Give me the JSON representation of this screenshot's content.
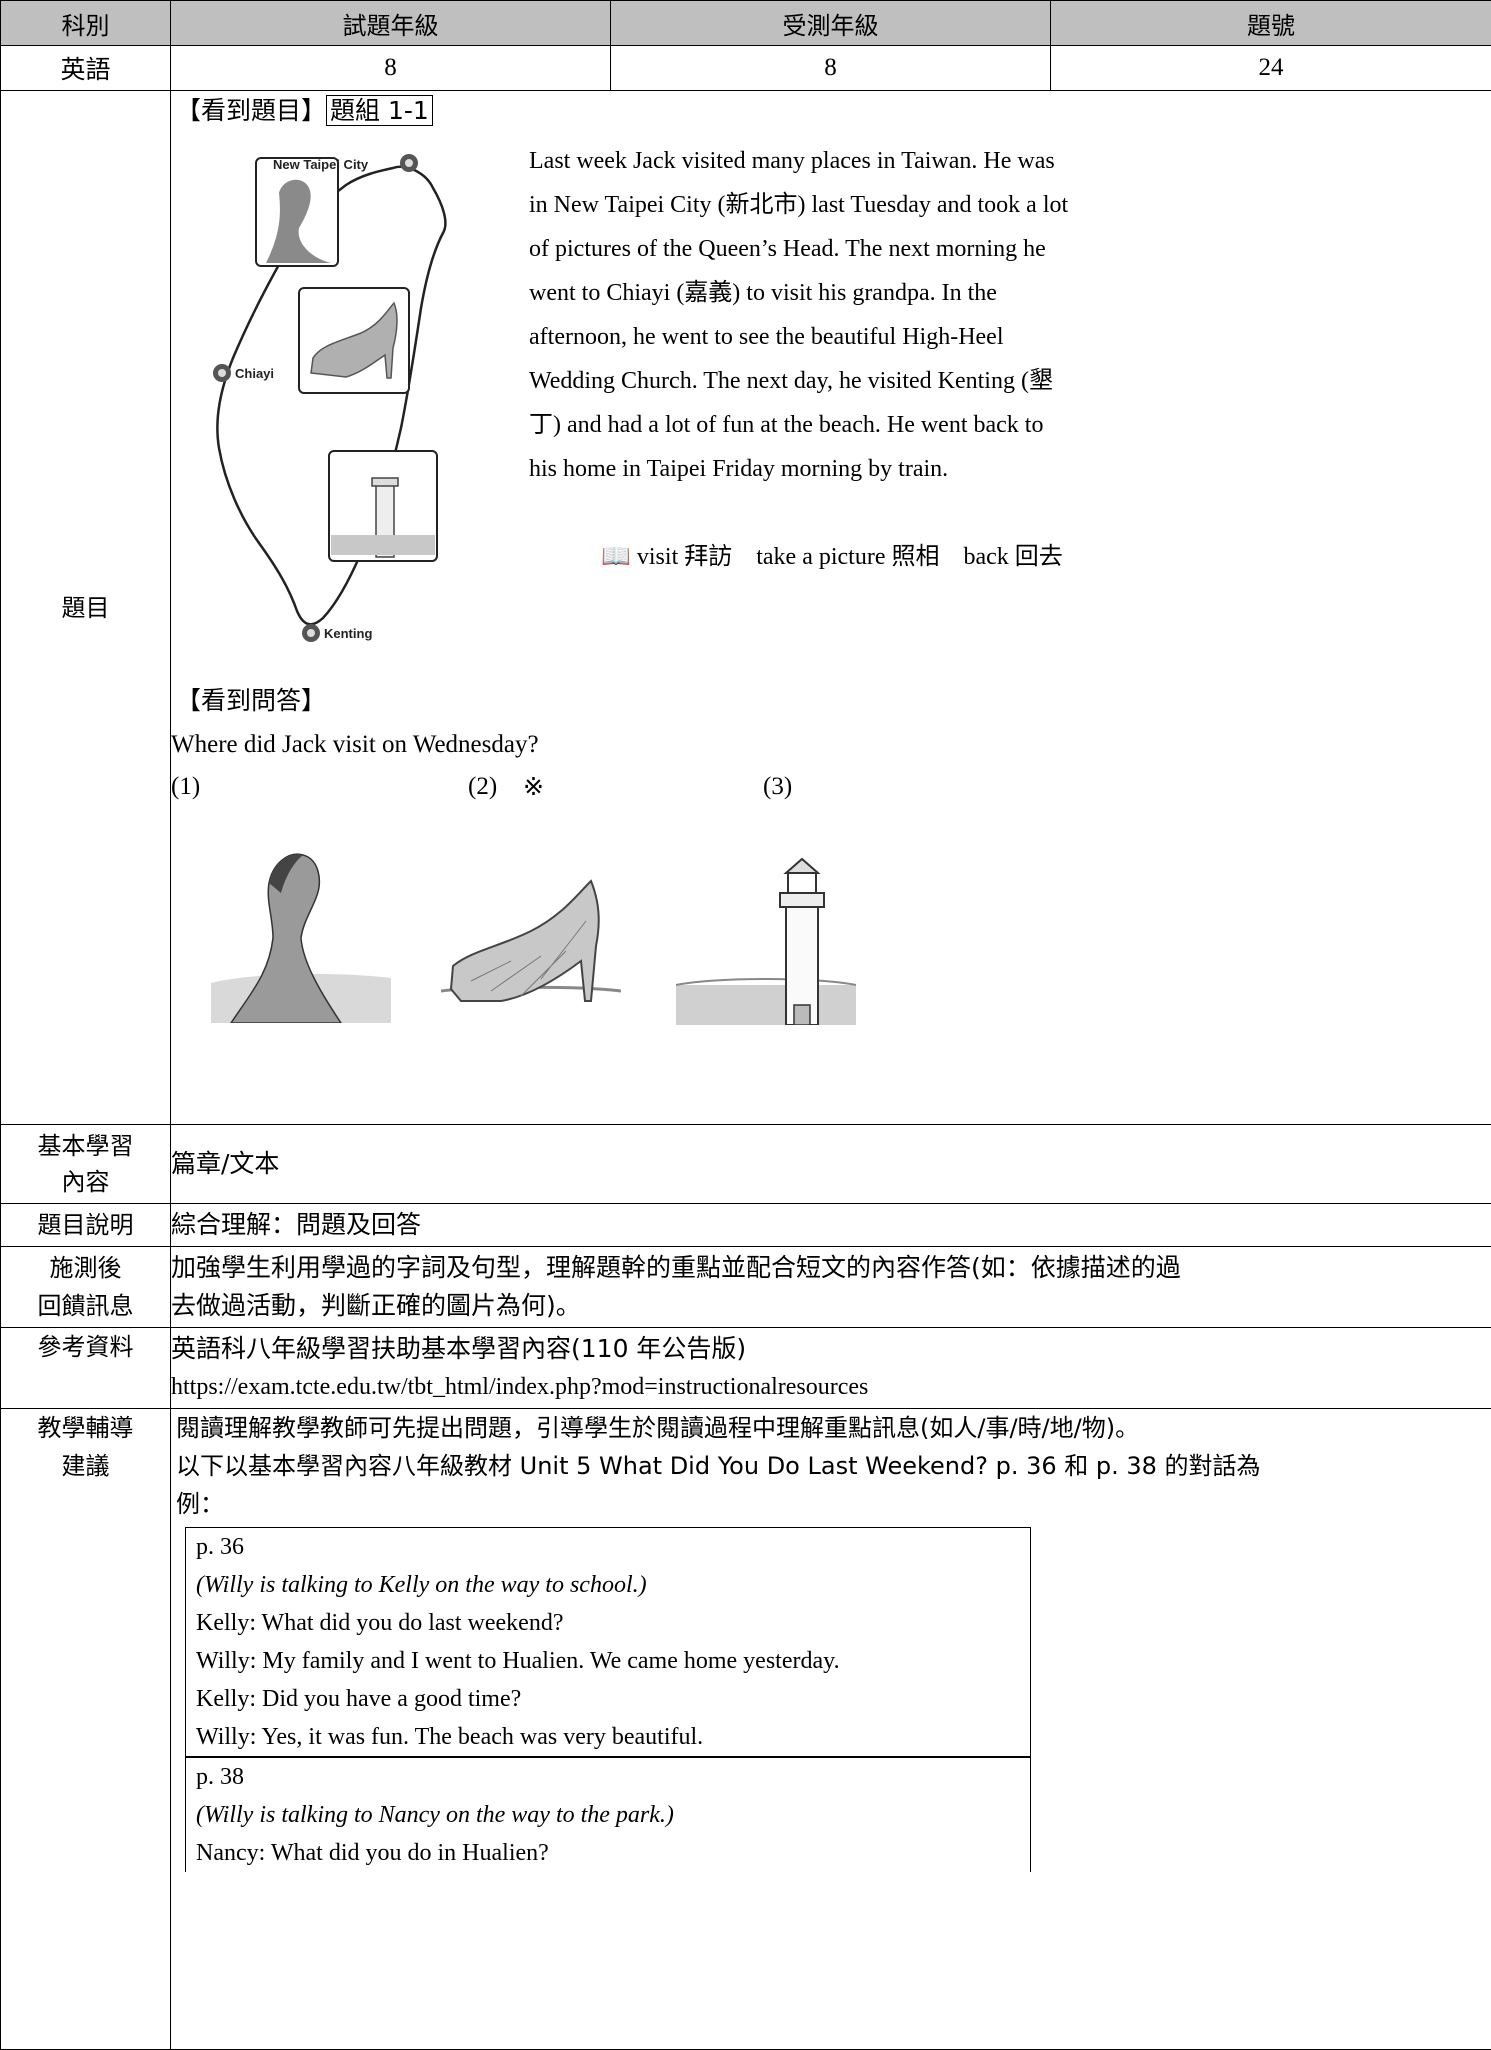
{
  "header": {
    "col1": "科別",
    "col2": "試題年級",
    "col3": "受測年級",
    "col4": "題號"
  },
  "info": {
    "subject": "英語",
    "test_grade": "8",
    "tested_grade": "8",
    "question_no": "24"
  },
  "question": {
    "label": "題目",
    "section_tag": "【看到題目】",
    "group_tag": "題組 1-1",
    "map_labels": [
      "New Taipei City",
      "Chiayi",
      "Kenting"
    ],
    "passage_lines": [
      "Last week Jack visited many places in Taiwan. He was",
      "in New Taipei City (新北市) last Tuesday and took a lot",
      "of pictures of the Queen’s Head. The next morning he",
      "went to Chiayi (嘉義) to visit his grandpa. In the",
      "afternoon, he went to see the beautiful High-Heel",
      "Wedding Church. The next day, he visited Kenting (墾",
      "丁) and had a lot of fun at the beach. He went back to",
      "his home in Taipei Friday morning by train."
    ],
    "vocab": "visit 拜訪    take a picture 照相    back 回去",
    "qa_tag": "【看到問答】",
    "question_text": "Where did Jack visit on Wednesday?",
    "option1": "(1)",
    "option2": "(2)",
    "answer_mark": "※",
    "option3": "(3)"
  },
  "basic_content": {
    "label_line1": "基本學習",
    "label_line2": "內容",
    "value": "篇章/文本"
  },
  "description": {
    "label": "題目說明",
    "value": "綜合理解：問題及回答"
  },
  "feedback": {
    "label_line1": "施測後",
    "label_line2": "回饋訊息",
    "line1": "加強學生利用學過的字詞及句型，理解題幹的重點並配合短文的內容作答(如：依據描述的過",
    "line2": "去做過活動，判斷正確的圖片為何)。"
  },
  "reference": {
    "label": "參考資料",
    "line1": "英語科八年級學習扶助基本學習內容(110 年公告版)",
    "line2": "https://exam.tcte.edu.tw/tbt_html/index.php?mod=instructionalresources"
  },
  "suggestion": {
    "label_line1": "教學輔導",
    "label_line2": "建議",
    "line1": "閱讀理解教學教師可先提出問題，引導學生於閱讀過程中理解重點訊息(如人/事/時/地/物)。",
    "line2": "以下以基本學習內容八年級教材 Unit 5 What Did You Do Last Weekend? p. 36 和 p. 38 的對話為",
    "line3": "例：",
    "dialog1": [
      "p. 36",
      "(Willy is talking to Kelly on the way to school.)",
      "Kelly: What did you do last weekend?",
      "Willy: My family and I went to Hualien. We came home yesterday.",
      "Kelly: Did you have a good time?",
      "Willy: Yes, it was fun. The beach was very beautiful."
    ],
    "dialog2": [
      "p. 38",
      "(Willy is talking to Nancy on the way to the park.)",
      "Nancy: What did you do in Hualien?"
    ]
  }
}
